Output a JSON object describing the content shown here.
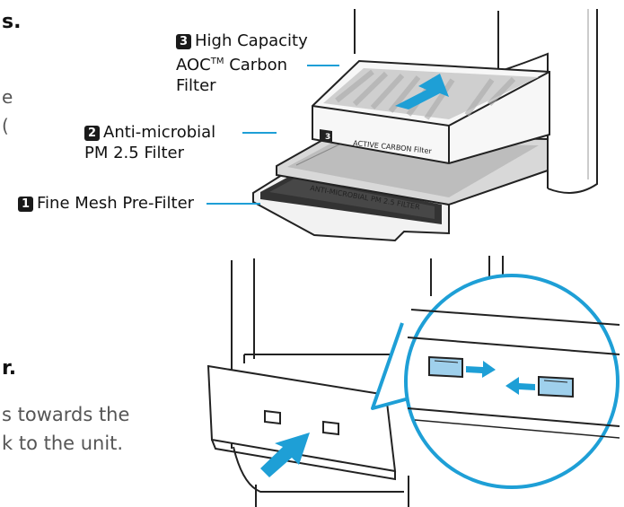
{
  "left_text": {
    "top_heading_fragment": "s.",
    "top_fragment_1": "e",
    "top_fragment_2": "(",
    "bottom_heading_fragment": "r.",
    "bottom_body_line_1": "s towards the",
    "bottom_body_line_2": "k to the unit."
  },
  "callouts": {
    "filter_3": {
      "number": "3",
      "line1": "High Capacity",
      "line2_main": "AOC",
      "line2_tm": "TM",
      "line2_rest": " Carbon",
      "line3": "Filter"
    },
    "filter_2": {
      "number": "2",
      "line1": "Anti-microbial",
      "line2": "PM 2.5 Filter"
    },
    "filter_1": {
      "number": "1",
      "line1": "Fine Mesh Pre-Filter"
    }
  },
  "diagram_text": {
    "carbon_filter_label": "ACTIVE CARBON Filter",
    "carbon_filter_number": "3",
    "pm_filter_label": "ANTI-MICROBIAL PM 2.5 FILTER"
  },
  "colors": {
    "accent": "#1e9fd6",
    "line": "#222222"
  }
}
